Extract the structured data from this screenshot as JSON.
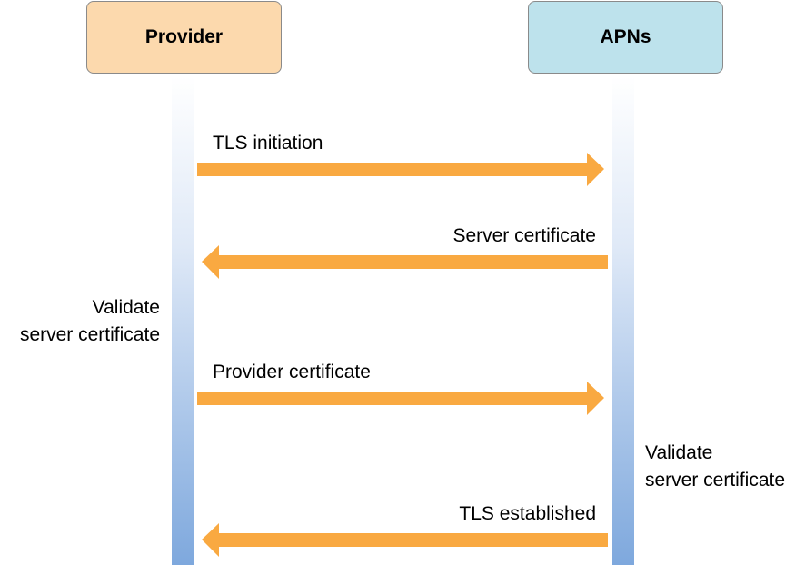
{
  "actors": {
    "provider": "Provider",
    "apns": "APNs"
  },
  "messages": [
    {
      "label": "TLS initiation",
      "direction": "right"
    },
    {
      "label": "Server certificate",
      "direction": "left"
    },
    {
      "label": "Provider certificate",
      "direction": "right"
    },
    {
      "label": "TLS established",
      "direction": "left"
    }
  ],
  "notes": {
    "provider": {
      "line1": "Validate",
      "line2": "server certificate"
    },
    "apns": {
      "line1": "Validate",
      "line2": "server certificate"
    }
  },
  "colors": {
    "arrow": "#f9a941",
    "provider_box": "#fcd9ad",
    "apns_box": "#bde2ec",
    "lifeline": "#7ea8dd"
  }
}
